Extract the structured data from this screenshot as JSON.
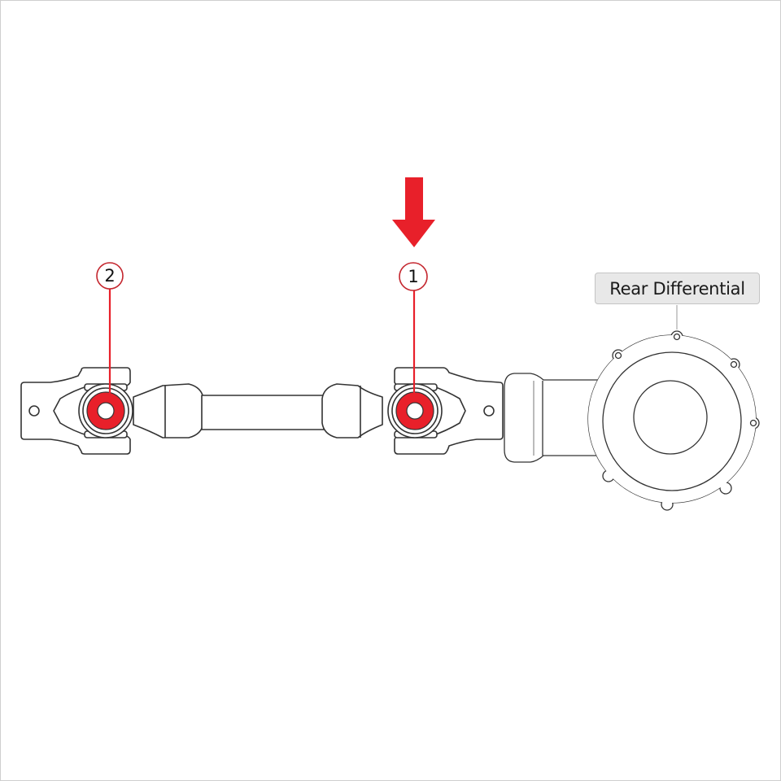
{
  "diagram": {
    "type": "driveshaft-exploded-callout",
    "labels": {
      "rear_differential": "Rear Differential"
    },
    "callouts": [
      {
        "number": "1",
        "target": "universal-joint-1"
      },
      {
        "number": "2",
        "target": "universal-joint-2"
      }
    ],
    "indicator": {
      "shape": "down-arrow",
      "points_to": "1"
    },
    "colors": {
      "accent": "#e8202a",
      "outline": "#333333",
      "label_bg": "#e8e8e8",
      "label_border": "#c4c4c4",
      "frame_border": "#cfcfcf"
    }
  }
}
